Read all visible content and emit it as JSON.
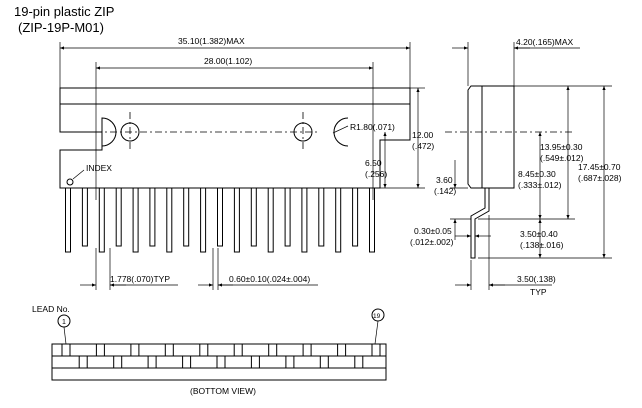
{
  "title": {
    "line1": "19-pin plastic ZIP",
    "line2": "(ZIP-19P-M01)"
  },
  "dimensions": {
    "overall_length": "35.10(1.382)MAX",
    "pin_span": "28.00(1.102)",
    "radius": "R1.80(.071)",
    "body_height_mm": "12.00",
    "body_height_in": "(.472)",
    "hole_height_mm": "6.50",
    "hole_height_in": "(.256)",
    "index_label": "INDEX",
    "pitch": "1.778(.070)TYP",
    "lead_width": "0.60±0.10(.024±.004)",
    "thickness": "4.20(.165)MAX",
    "h1_mm": "13.95±0.30",
    "h1_in": "(.549±.012)",
    "h2_mm": "17.45±0.70",
    "h2_in": "(.687±.028)",
    "h3_mm": "8.45±0.30",
    "h3_in": "(.333±.012)",
    "side_h_mm": "3.60",
    "side_h_in": "(.142)",
    "lead_thk_mm": "0.30±0.05",
    "lead_thk_in": "(.012±.002)",
    "h4_mm": "3.50±0.40",
    "h4_in": "(.138±.016)",
    "offset": "3.50(.138)",
    "typ": "TYP"
  },
  "bottom": {
    "lead_no_label": "LEAD No.",
    "lead_first": "1",
    "lead_last": "19",
    "view_label": "(BOTTOM VIEW)"
  }
}
